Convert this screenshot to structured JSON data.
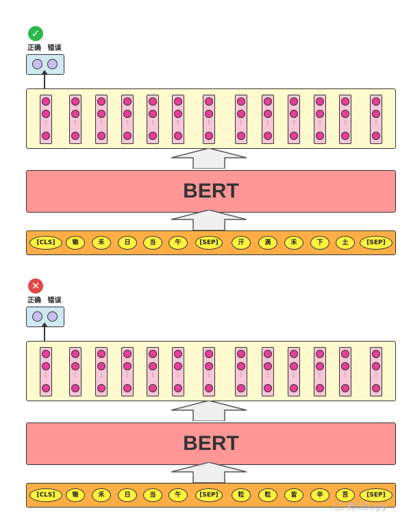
{
  "panels": [
    {
      "id": "top",
      "status": "correct",
      "status_icon": "check-circle-icon",
      "labels": {
        "correct": "正确",
        "wrong": "错误"
      },
      "model_label": "BERT",
      "tokens": [
        "[CLS]",
        "锄",
        "禾",
        "日",
        "当",
        "午",
        "[SEP]",
        "汗",
        "滴",
        "禾",
        "下",
        "土",
        "[SEP]"
      ]
    },
    {
      "id": "bottom",
      "status": "wrong",
      "status_icon": "x-circle-icon",
      "labels": {
        "correct": "正确",
        "wrong": "错误"
      },
      "model_label": "BERT",
      "tokens": [
        "[CLS]",
        "锄",
        "禾",
        "日",
        "当",
        "午",
        "[SEP]",
        "粒",
        "粒",
        "皆",
        "辛",
        "苦",
        "[SEP]"
      ]
    }
  ],
  "watermark": "腾讯Bugly",
  "colors": {
    "classifier": "#cfe9f3",
    "output_layer": "#fdfbcd",
    "bert": "#ff9797",
    "input_layer": "#ffae46",
    "token": "#fdf23e",
    "neuron": "#e63f95",
    "ok": "#2db84b",
    "bad": "#e24646"
  }
}
